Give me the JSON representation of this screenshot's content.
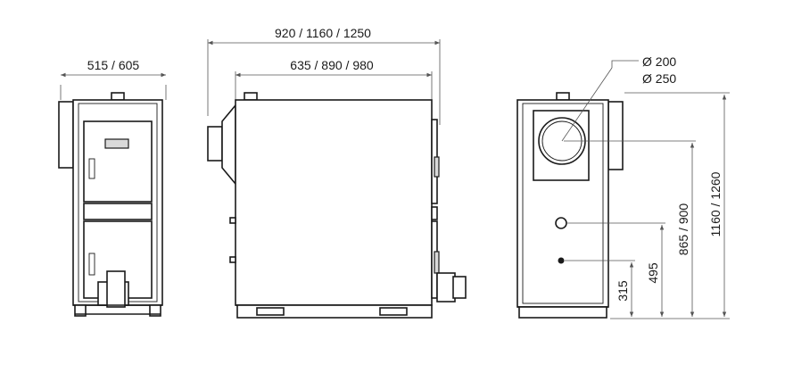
{
  "dimensions": {
    "front_width": "515 / 605",
    "side_total_length": "920 / 1160 / 1250",
    "side_body_length": "635 / 890 / 980",
    "flue_diameter_1": "Ø 200",
    "flue_diameter_2": "Ø 250",
    "total_height": "1160 / 1260",
    "flue_height": "865 / 900",
    "upper_connection_height": "495",
    "lower_connection_height": "315"
  },
  "colors": {
    "line": "#1a1a1a",
    "dimension_line": "#555555",
    "background": "#ffffff"
  }
}
